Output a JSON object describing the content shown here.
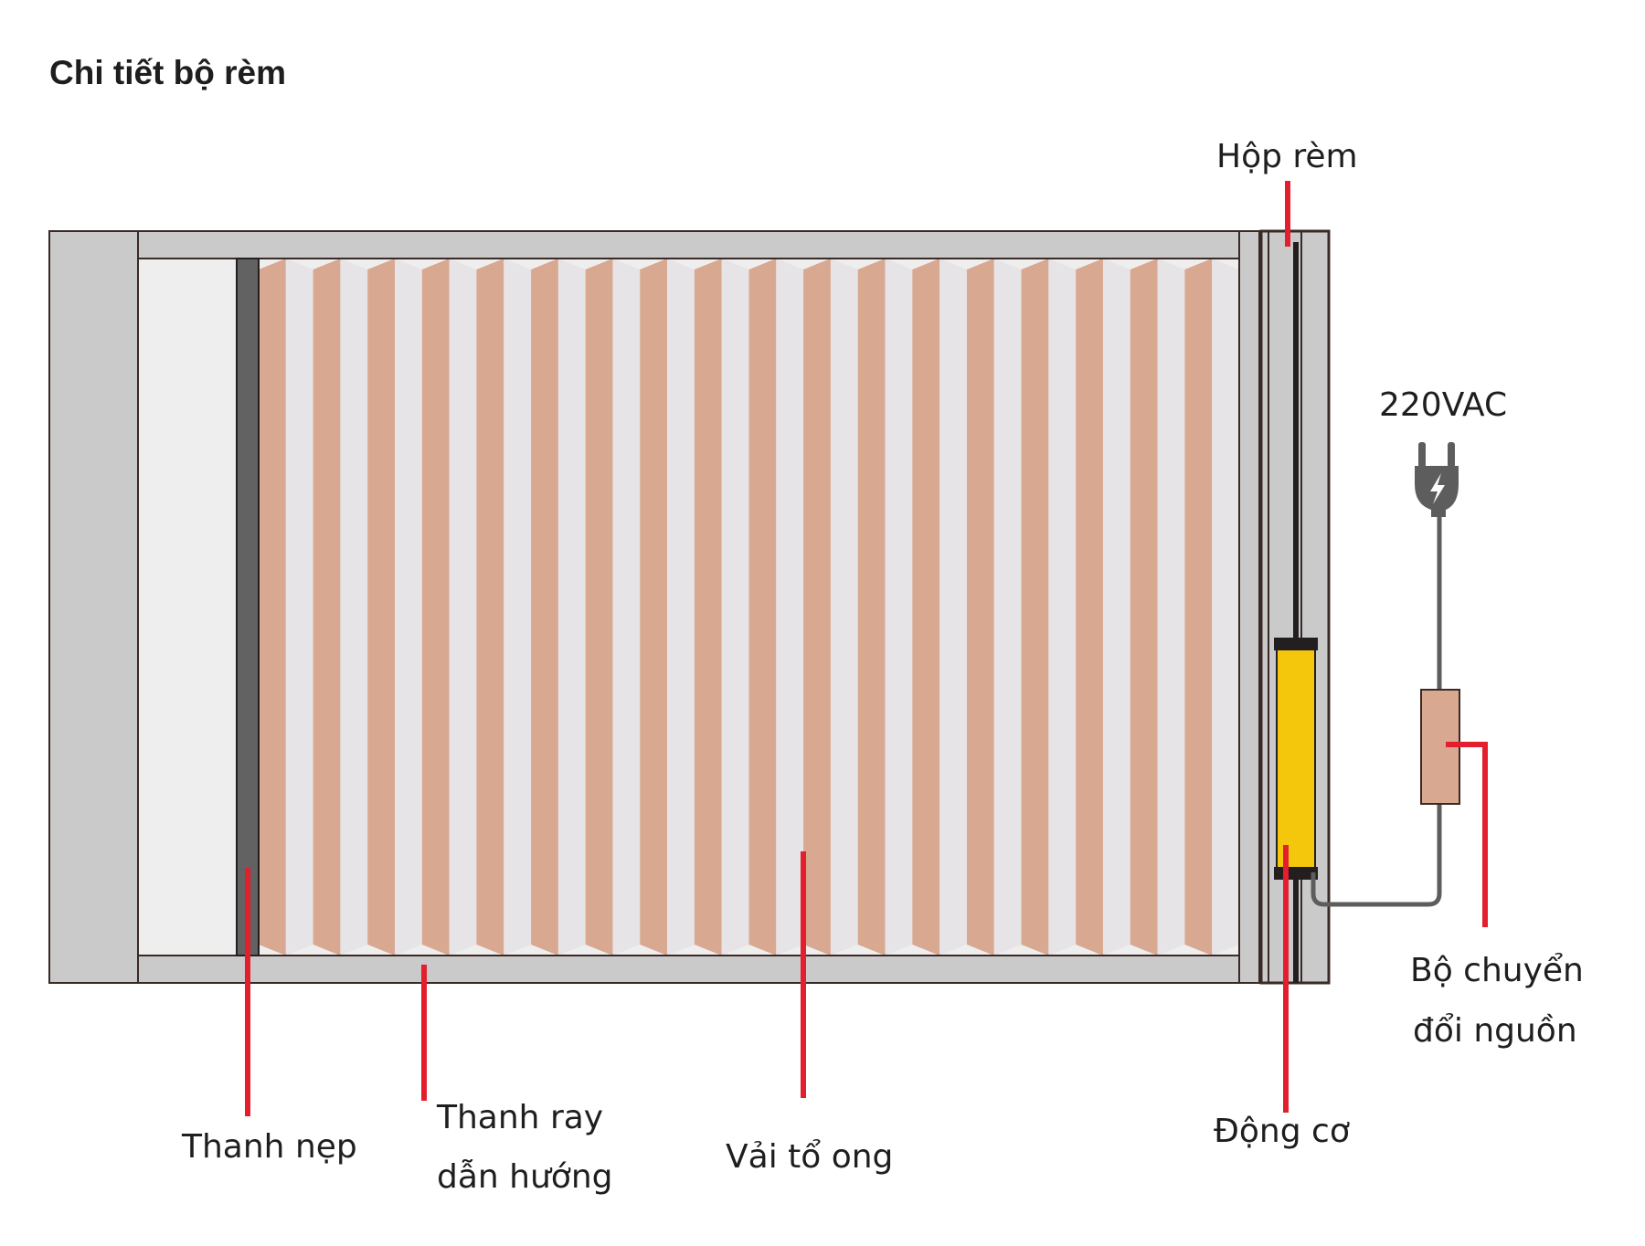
{
  "title": "Chi tiết bộ rèm",
  "labels": {
    "box": "Hộp rèm",
    "voltage": "220VAC",
    "slat": "Thanh nẹp",
    "rail_line1": "Thanh ray",
    "rail_line2": "dẫn hướng",
    "fabric": "Vải tổ ong",
    "motor": "Động cơ",
    "converter_line1": "Bộ chuyển",
    "converter_line2": "đổi nguồn"
  },
  "colors": {
    "frame": "#cbcacb",
    "frame_outline": "#3a2a25",
    "window_glass": "#efeeef",
    "slat_bar": "#636263",
    "pleat_dark": "#d8a891",
    "pleat_light": "#e6e4e6",
    "motor": "#f4c70d",
    "motor_caps": "#231f20",
    "converter": "#d8a891",
    "cable": "#5e5d5e",
    "callout": "#e31e2d",
    "text": "#1e1e1e"
  },
  "icons": {
    "plug": "power-plug-icon",
    "bolt": "lightning-bolt-icon"
  },
  "pleat_count": 18
}
